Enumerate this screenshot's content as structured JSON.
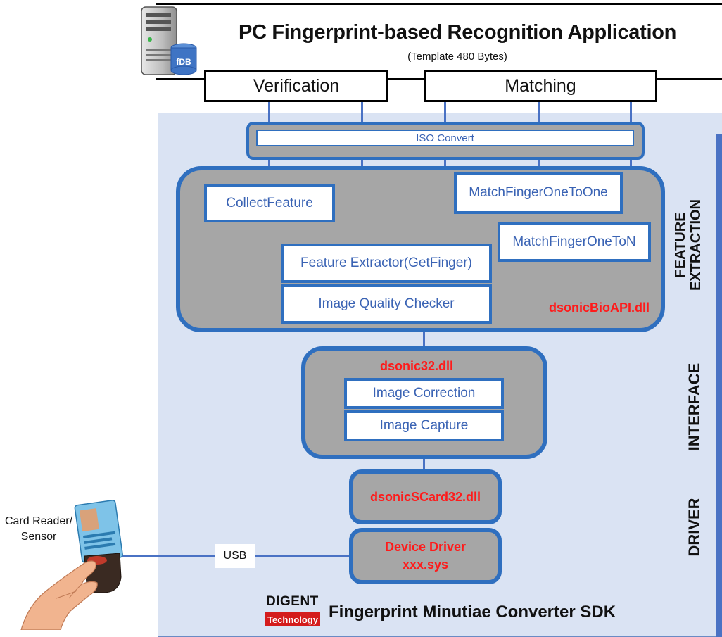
{
  "application": {
    "title": "PC Fingerprint-based Recognition Application",
    "subtitle": "(Template 480 Bytes)",
    "db_label": "fDB",
    "buttons": {
      "verification": "Verification",
      "matching": "Matching"
    }
  },
  "sdk": {
    "iso_convert": "ISO Convert",
    "feature_extraction": {
      "side_label_line1": "FEATURE",
      "side_label_line2": "EXTRACTION",
      "dll": "dsonicBioAPI.dll",
      "modules": {
        "collect_feature": "CollectFeature",
        "match_one_to_one": "MatchFingerOneToOne",
        "match_one_to_n": "MatchFingerOneToN",
        "feature_extractor": "Feature Extractor(GetFinger)",
        "image_quality": "Image Quality Checker"
      }
    },
    "interface": {
      "side_label": "INTERFACE",
      "dll": "dsonic32.dll",
      "modules": {
        "image_correction": "Image Correction",
        "image_capture": "Image Capture"
      }
    },
    "driver": {
      "side_label": "DRIVER",
      "scard_dll": "dsonicSCard32.dll",
      "device_driver_line1": "Device Driver",
      "device_driver_line2": "xxx.sys"
    },
    "footer": {
      "logo_top": "DIGENT",
      "logo_bottom": "Technology",
      "title": "Fingerprint Minutiae Converter SDK"
    }
  },
  "hardware": {
    "card_reader_line1": "Card Reader/",
    "card_reader_line2": "Sensor",
    "usb": "USB"
  },
  "colors": {
    "blue_border": "#2f6fbf",
    "blue_text": "#3a63b4",
    "panel": "#dae3f3",
    "gray": "#a6a6a6",
    "red": "#ff1a1a"
  }
}
